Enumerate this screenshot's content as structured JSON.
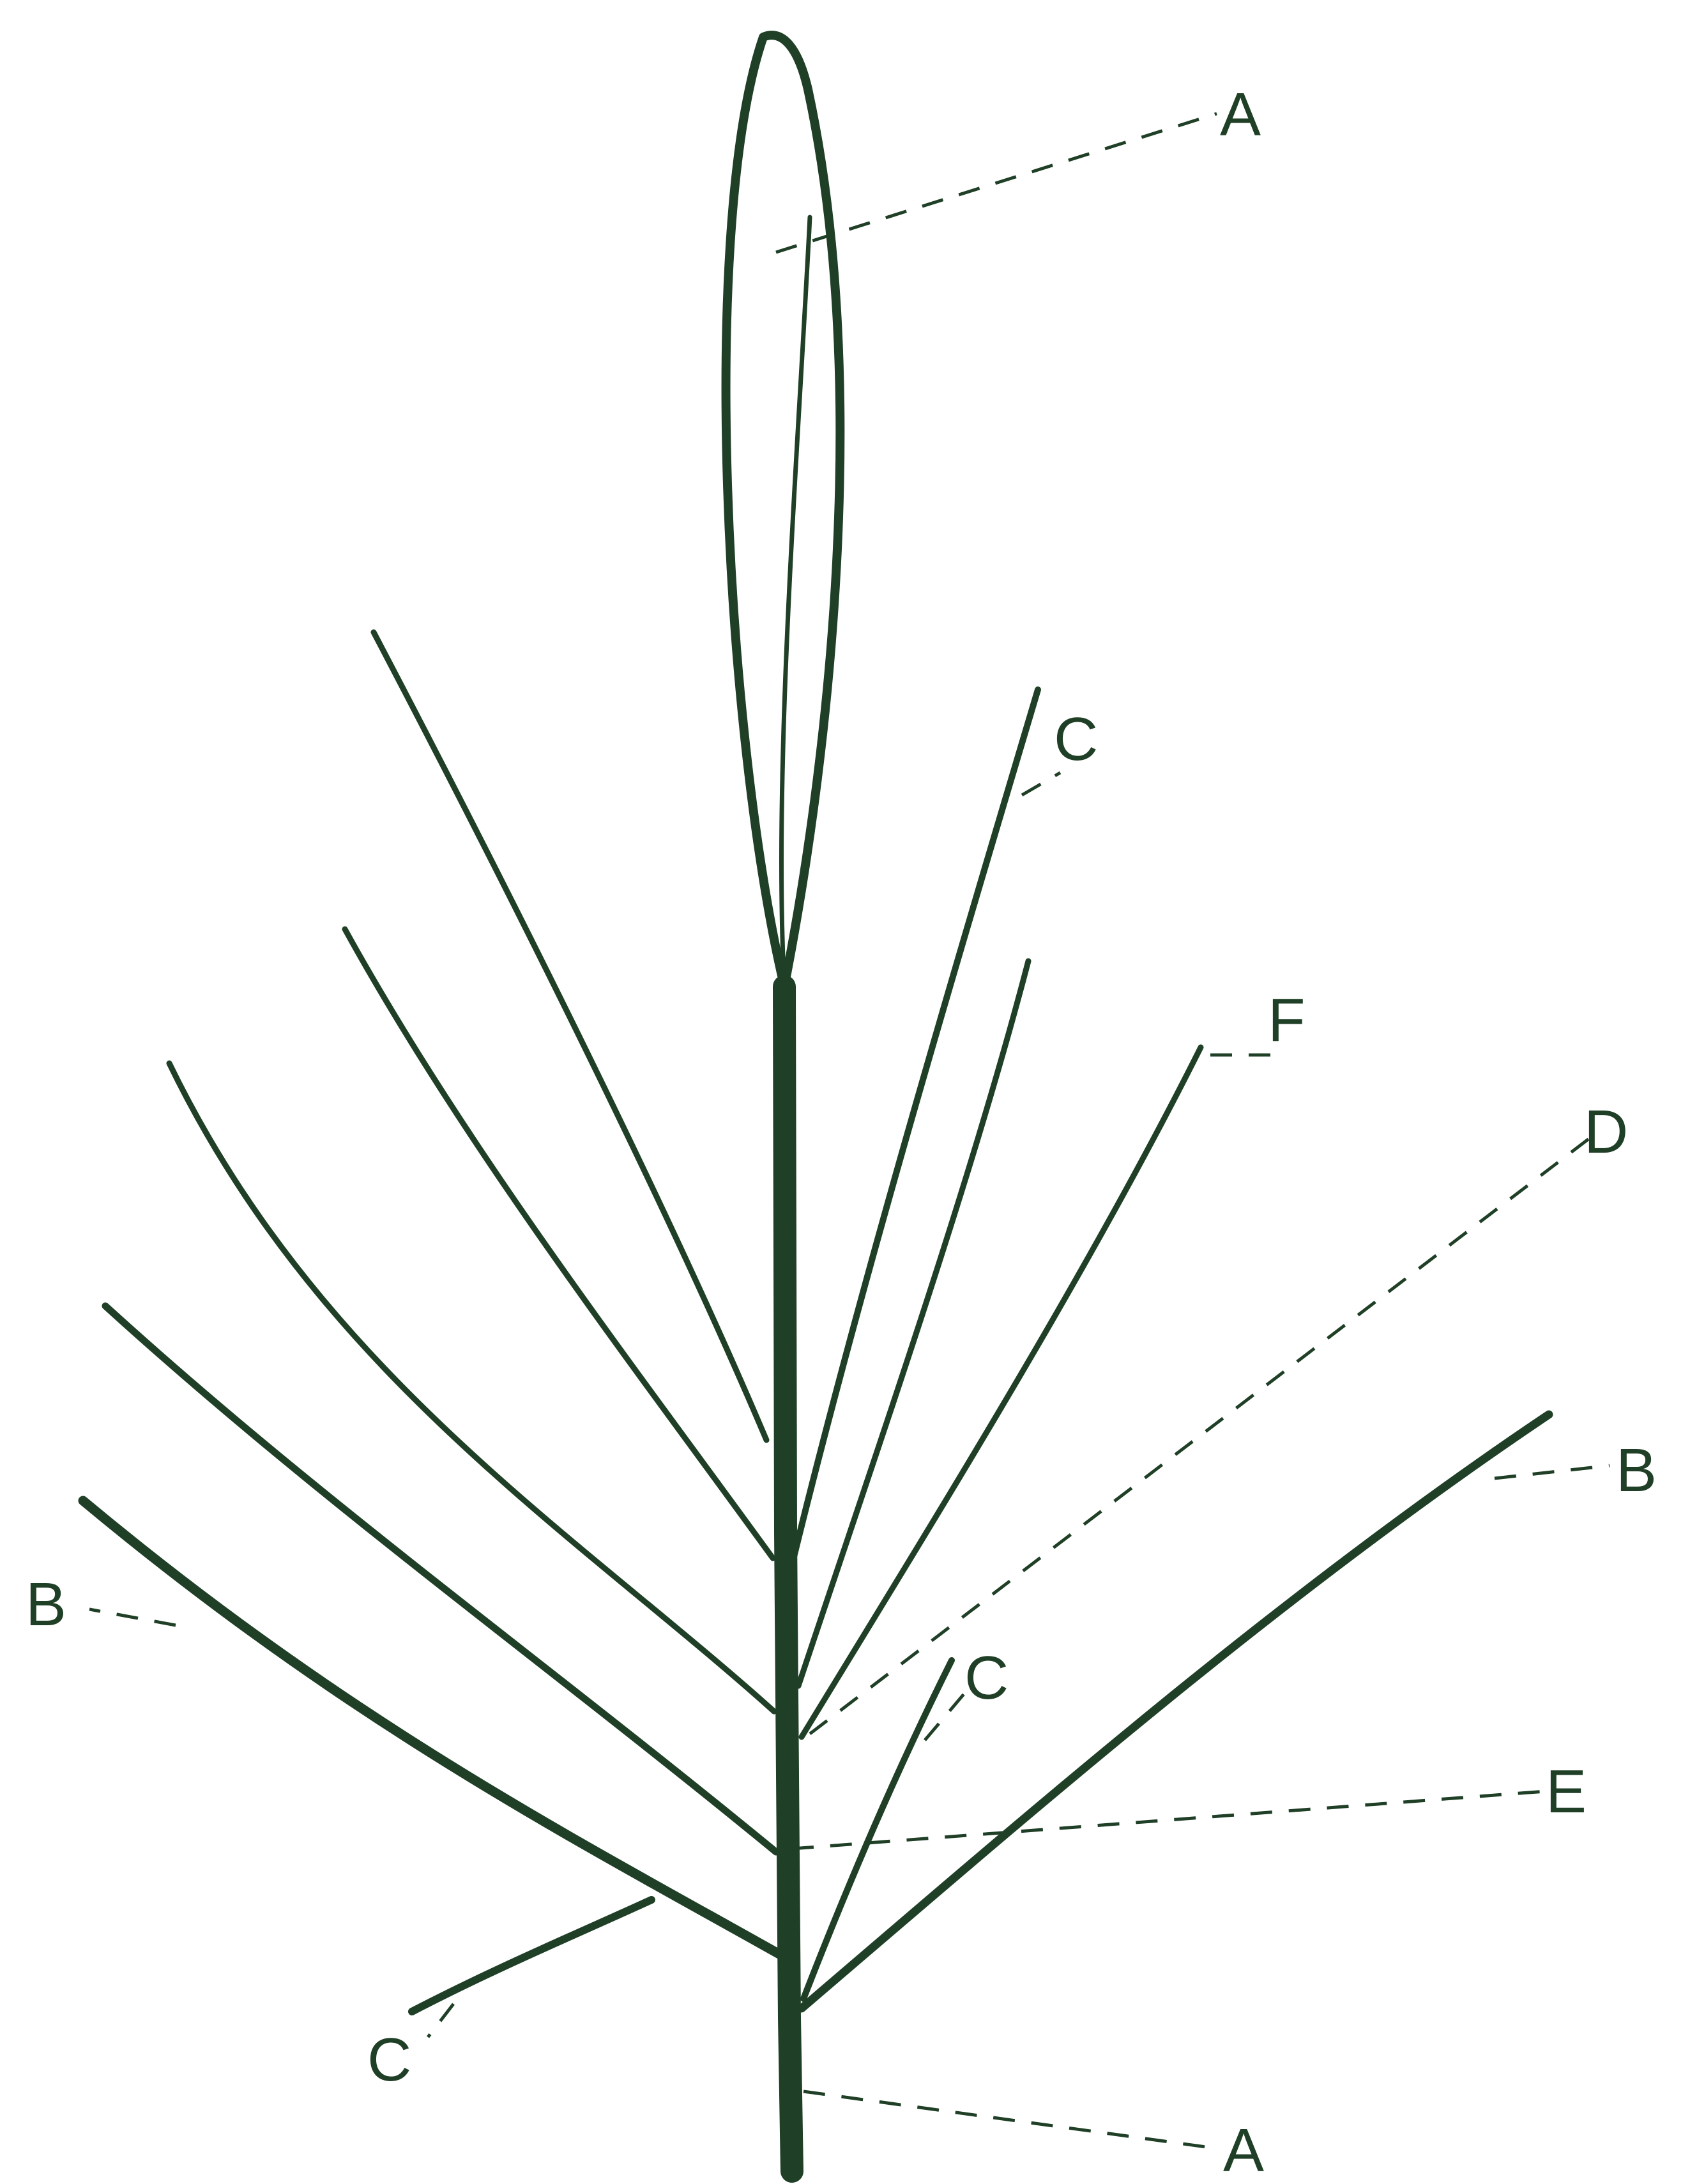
{
  "labels": {
    "a_top": "A",
    "a_bottom": "A",
    "b_left": "B",
    "b_right": "B",
    "c_top": "C",
    "c_mid": "C",
    "c_bottom": "C",
    "d": "D",
    "e": "E",
    "f": "F"
  },
  "colors": {
    "ink": "#1f3f26",
    "background": "#ffffff"
  }
}
